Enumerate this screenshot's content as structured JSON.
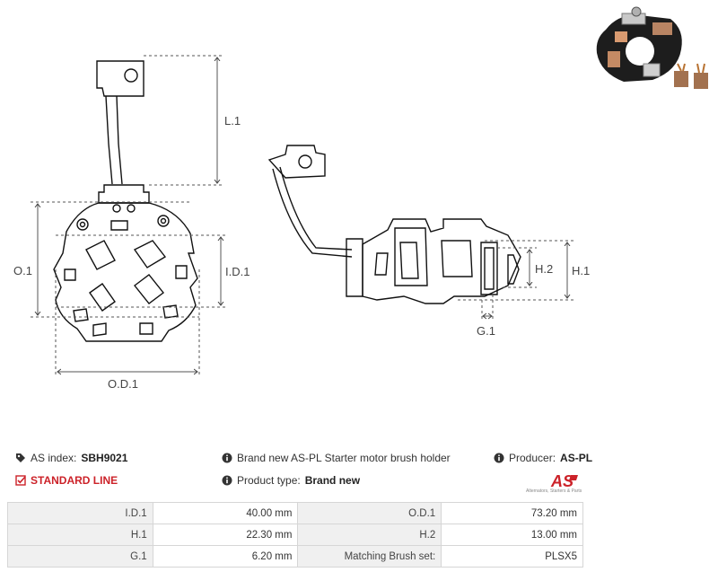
{
  "drawing": {
    "labels": {
      "l1": "L.1",
      "o1": "O.1",
      "id1": "I.D.1",
      "od1": "O.D.1",
      "h1": "H.1",
      "h2": "H.2",
      "g1": "G.1"
    }
  },
  "info": {
    "as_index_label": "AS index:",
    "as_index_value": "SBH9021",
    "description": "Brand new AS-PL Starter motor brush holder",
    "producer_label": "Producer:",
    "producer_value": "AS-PL",
    "standard_line": "STANDARD LINE",
    "product_type_label": "Product type:",
    "product_type_value": "Brand new",
    "logo_text": "AS",
    "logo_subtitle": "Alternators, Starters & Parts"
  },
  "colors": {
    "accent": "#cc2229"
  },
  "icons": {
    "tag": "tag-icon",
    "info": "info-icon",
    "check": "checkbox-icon"
  },
  "specs": [
    {
      "label1": "I.D.1",
      "value1": "40.00 mm",
      "label2": "O.D.1",
      "value2": "73.20 mm"
    },
    {
      "label1": "H.1",
      "value1": "22.30 mm",
      "label2": "H.2",
      "value2": "13.00 mm"
    },
    {
      "label1": "G.1",
      "value1": "6.20 mm",
      "label2": "Matching Brush set:",
      "value2": "PLSX5"
    }
  ]
}
